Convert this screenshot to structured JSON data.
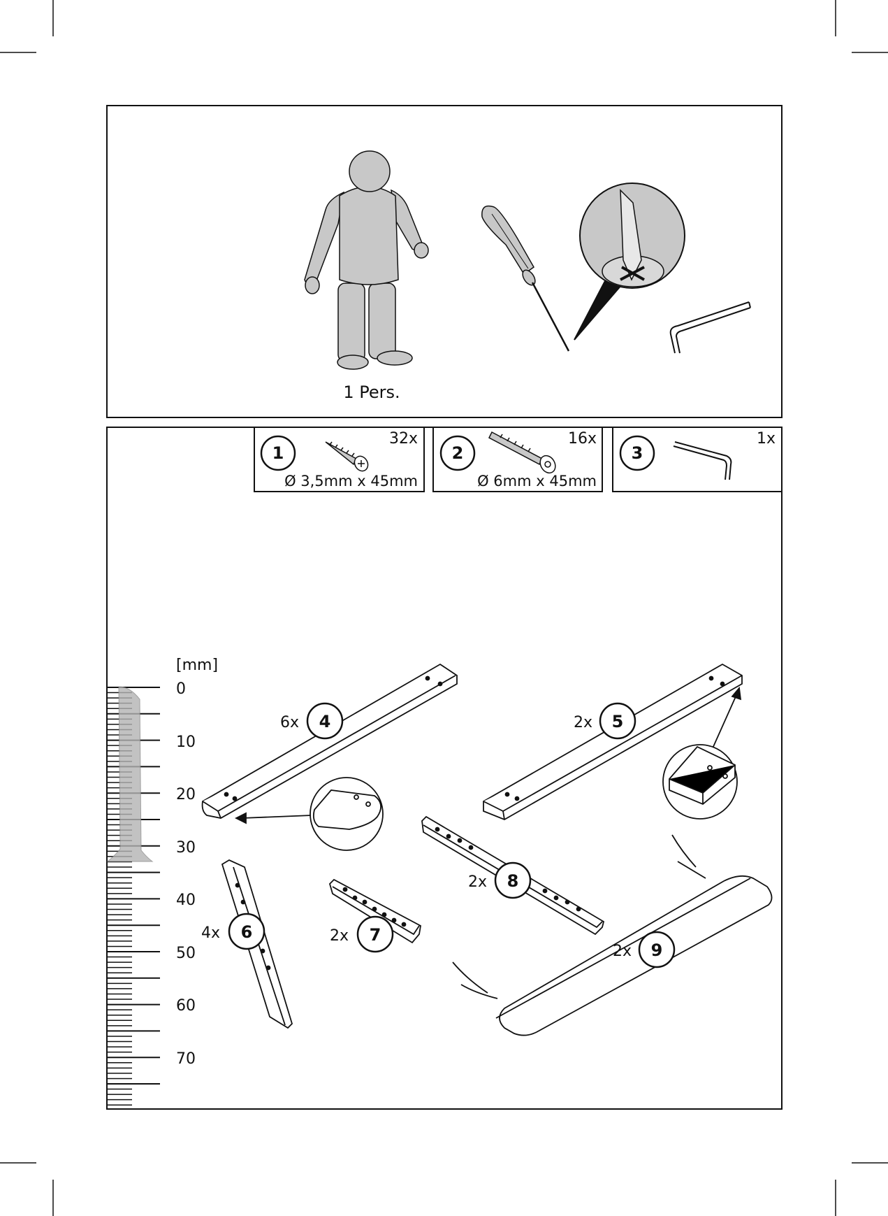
{
  "tools": {
    "person_label": "1 Pers."
  },
  "hardware": [
    {
      "number": "1",
      "qty": "32x",
      "spec": "Ø 3,5mm x 45mm"
    },
    {
      "number": "2",
      "qty": "16x",
      "spec": "Ø 6mm x 45mm"
    },
    {
      "number": "3",
      "qty": "1x",
      "spec": ""
    }
  ],
  "ruler": {
    "unit_label": "[mm]",
    "ticks": [
      "0",
      "10",
      "20",
      "30",
      "40",
      "50",
      "60",
      "70"
    ]
  },
  "parts": [
    {
      "qty": "6x",
      "number": "4"
    },
    {
      "qty": "2x",
      "number": "5"
    },
    {
      "qty": "4x",
      "number": "6"
    },
    {
      "qty": "2x",
      "number": "7"
    },
    {
      "qty": "2x",
      "number": "8"
    },
    {
      "qty": "2x",
      "number": "9"
    }
  ],
  "colors": {
    "figure_gray": "#c8c8c8",
    "line": "#111111"
  }
}
